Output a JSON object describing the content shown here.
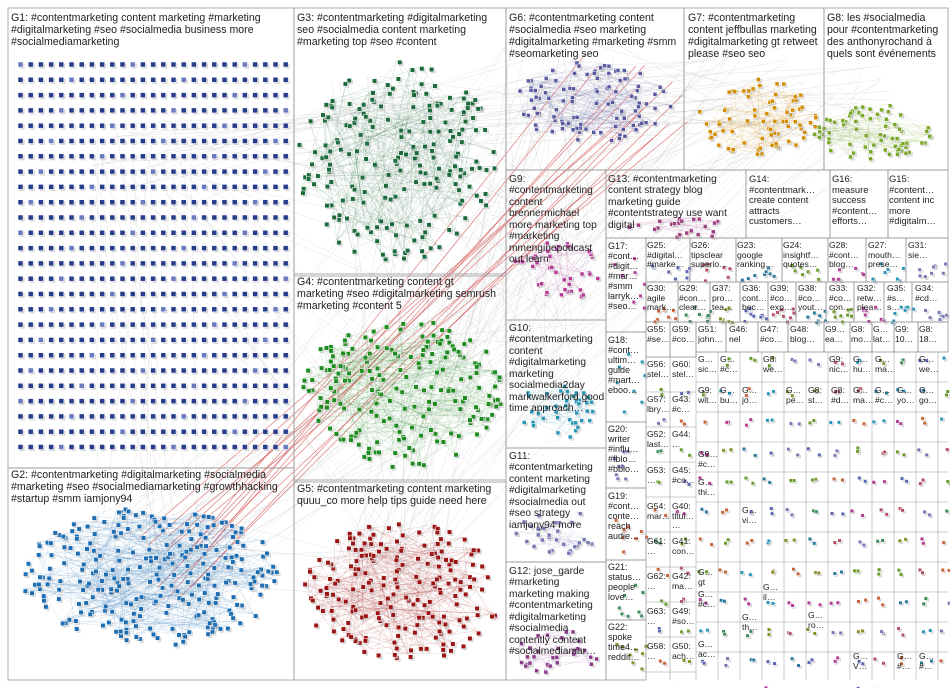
{
  "groups": {
    "G1": "G1: #contentmarketing content marketing #marketing #digitalmarketing #seo #socialmedia business more #socialmediamarketing",
    "G2": "G2: #contentmarketing #digitalmarketing #socialmedia #marketing #seo #socialmediamarketing #growthhacking #startup #smm iamjony94",
    "G3": "G3: #contentmarketing #digitalmarketing seo #socialmedia content marketing #marketing top #seo #content",
    "G4": "G4: #contentmarketing content gt marketing #seo #digitalmarketing semrush #marketing #content 5",
    "G5": "G5: #contentmarketing content marketing quuu_co more help tips guide need here",
    "G6": "G6: #contentmarketing content #socialmedia #seo marketing #digitalmarketing #marketing #smm #seomarketing seo",
    "G7": "G7: #contentmarketing content jeffbullas marketing #digitalmarketing gt retweet please #seo seo",
    "G8": "G8: les #socialmedia pour #contentmarketing des anthonyrochand à quels sont événements",
    "G9": "G9: #contentmarketing content brennermichael more marketing top #marketing mmenginepodcast out learn",
    "G10": "G10: #contentmarketing content #digitalmarketing marketing socialmedia2day markwalkerford good time approach…",
    "G11": "G11: #contentmarketing content marketing #digitalmarketing #socialmedia out #seo strategy iamjony94 more",
    "G12": "G12: jose_garde #marketing marketing making #contentmarketing #digitalmarketing #socialmedia contently content #socialmediamar…",
    "G13": "G13: #contentmarketing content strategy blog marketing guide #contentstrategy use want digital",
    "G14": "G14: #contentmark… create content attracts customers…",
    "G15": "G15: #content… content inc more #digitalm…",
    "G16": "G16: measure success #content… efforts…",
    "G17": "G17: #cont… #digit… #mar… #smm larryk… #seo…",
    "G18": "G18: #cont… ultim… guide #mart… eboo…",
    "G19": "G19: #cont… conte… reach audie…",
    "G20": "G20: writer #influ… #fblo… #bblo…",
    "G21": "G21: status… people love…",
    "G22": "G22: spoke time4… reddit…",
    "G23": "G23: google ranking…",
    "G24": "G24: insightf… quotes…",
    "G25": "G25: #digital… #marke…",
    "G26": "G26: tipsclear superio…",
    "G27": "G27: mouth… prese…",
    "G28": "G28: #cont… blog…",
    "G29": "G29: #con… clear…",
    "G30": "G30: agile mark…",
    "G31": "G31: sie…",
    "G32": "G32: retw… plea…",
    "G33": "G33: #co… con…",
    "G34": "G34: #cd…",
    "G35": "G35: #s… s…",
    "G36": "G36: cont… bec…",
    "G37": "G37: pro… tea…",
    "G38": "G38: #co… yout…",
    "G39": "G39: #co… exp…",
    "G40": "G40: tltul… …",
    "G41": "G41: con…",
    "G42": "G42: ma…",
    "G43": "G43: #c…",
    "G44": "G44: …",
    "G45": "G45: #co…",
    "G46": "G46: nel",
    "G47": "G47: #co…",
    "G48": "G48: blog…",
    "G49": "G49: #so…",
    "G50": "G50: ach…",
    "G51": "G51: john…",
    "G52": "G52: last…",
    "G53": "G53: …",
    "G54": "G54: mar…",
    "G55": "G55: #se…",
    "G56": "G56: stel…",
    "G57": "G57: lbry…",
    "G58": "G58: …",
    "G59": "G59: #co…",
    "G60": "G60: stel…",
    "G61": "G61: …",
    "G62": "G62: …",
    "G63": "G63: …",
    "G64": "G9… ea…",
    "G65": "G8: mo…",
    "G66": "G9: 10…",
    "G67": "G… lat…",
    "G68": "G8: 18…",
    "Gt1": "G… sic…",
    "Gt2": "G… #c…",
    "Gt3": "G8: we…",
    "Gt4": "G9: nic…",
    "Gt5": "G… hu…",
    "Gt6": "G… ma…",
    "Gt7": "G… we…",
    "Gt8": "G9: wit…",
    "Gt9": "G… bu…",
    "Gt10": "G… jo…",
    "Gt11": "G… pe…",
    "Gt12": "G8: st…",
    "Gt13": "G8: #d…",
    "Gt14": "G… ma…",
    "Gt15": "G… #c…",
    "Gt16": "G… yo…",
    "Gt17": "G… go…",
    "Gt18": "G9… #c…",
    "Gt19": "G… gt",
    "Gt20": "G… #c…",
    "Gt21": "G… thi…",
    "Gt22": "G… ro…",
    "Gt23": "G… vi…",
    "Gt24": "G… il…",
    "Gt25": "G… th…",
    "Gt26": "G… ac…",
    "Gt27": "G… #…",
    "Gt28": "G… V…",
    "Gt29": "G… #…"
  },
  "colors": {
    "G1": "#283c8c",
    "G2": "#1e6eb4",
    "G3": "#1c6b3c",
    "G4": "#1e8c1e",
    "G5": "#9a1414",
    "G6": "#5a5aa0",
    "G7": "#d28c00",
    "G8": "#7aa82a",
    "G9": "#b43c96",
    "G10": "#2896b4",
    "edge": "#b4b4b4",
    "border": "#9a9a9a",
    "accent": "#d23232"
  }
}
